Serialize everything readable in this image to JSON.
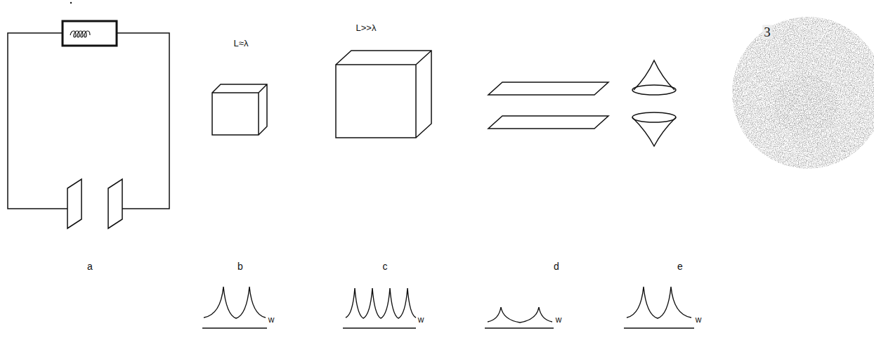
{
  "diagram": {
    "labels": [
      "3",
      "L≈λ",
      "L>>λ",
      "a",
      "b",
      "c",
      "d",
      "e",
      "w",
      "w",
      "w",
      "w"
    ]
  }
}
